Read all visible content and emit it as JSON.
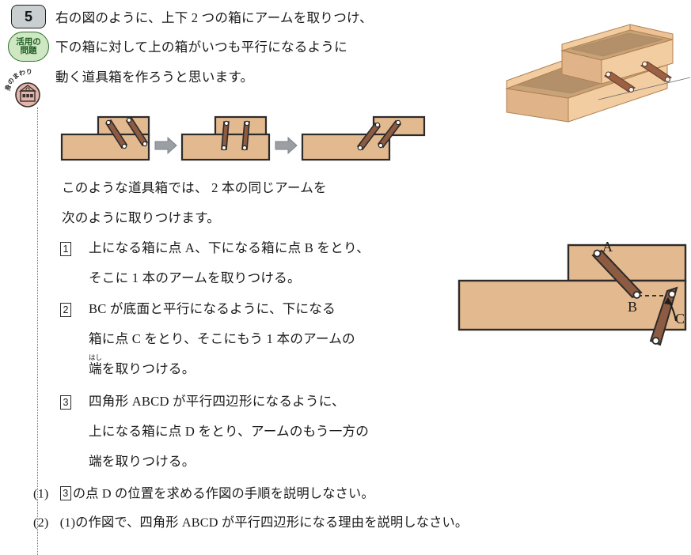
{
  "problem": {
    "number": "5",
    "kind_line1": "活用の",
    "kind_line2": "問題",
    "theme_label": "身のまわり",
    "theme_icon": "building-icon"
  },
  "intro": {
    "line1": "右の図のように、上下 2 つの箱にアームを取りつけ、",
    "line2": "下の箱に対して上の箱がいつも平行になるように",
    "line3": "動く道具箱を作ろうと思います。"
  },
  "body": {
    "line1": "このような道具箱では、 2 本の同じアームを",
    "line2": "次のように取りつけます。"
  },
  "steps": [
    {
      "marker": "1",
      "lines": [
        "上になる箱に点 A、下になる箱に点 B をとり、",
        "そこに 1 本のアームを取りつける。"
      ]
    },
    {
      "marker": "2",
      "lines": [
        "BC が底面と平行になるように、下になる",
        "箱に点 C をとり、そこにもう 1 本のアームの",
        "端を取りつける。"
      ],
      "ruby": {
        "base": "端",
        "reading": "はし"
      }
    },
    {
      "marker": "3",
      "lines": [
        "四角形 ABCD が平行四辺形になるように、",
        "上になる箱に点 D をとり、アームのもう一方の",
        "端を取りつける。"
      ]
    }
  ],
  "questions": [
    {
      "number": "(1)",
      "prefix_marker": "3",
      "text": "の点 D の位置を求める作図の手順を説明しなさい。"
    },
    {
      "number": "(2)",
      "text": "(1)の作図で、四角形 ABCD が平行四辺形になる理由を説明しなさい。"
    }
  ],
  "figures": {
    "isometric_box": {
      "name": "toolbox-3d-illustration",
      "arm_count": 2
    },
    "motion_sequence": {
      "name": "toolbox-motion-sequence",
      "panels": [
        {
          "position": "left",
          "arm_tilt": "leaning-left"
        },
        {
          "position": "center",
          "arm_tilt": "vertical"
        },
        {
          "position": "right",
          "arm_tilt": "leaning-right"
        }
      ],
      "arrow_count": 2
    },
    "abcd_diagram": {
      "name": "abcd-parallelogram-diagram",
      "points": [
        "A",
        "B",
        "C"
      ],
      "dashed_segment": "B-C",
      "rotation_arrow": true
    }
  },
  "colors": {
    "box_fill": "#e3b98f",
    "box_outline": "#2d2b2a",
    "arm_fill": "#8d5b42",
    "arm_outline": "#2d2b2a",
    "iso_light": "#f3cda2",
    "iso_mid": "#e0b488",
    "iso_dark": "#c49a6e",
    "iso_inner": "#b4906a",
    "badge_gray": "#c9ced1",
    "badge_green": "#cfe8c3",
    "badge_green_text": "#1d5b23",
    "theme_pink": "#e3b6ab",
    "arrow_gray": "#9b9fa3"
  }
}
